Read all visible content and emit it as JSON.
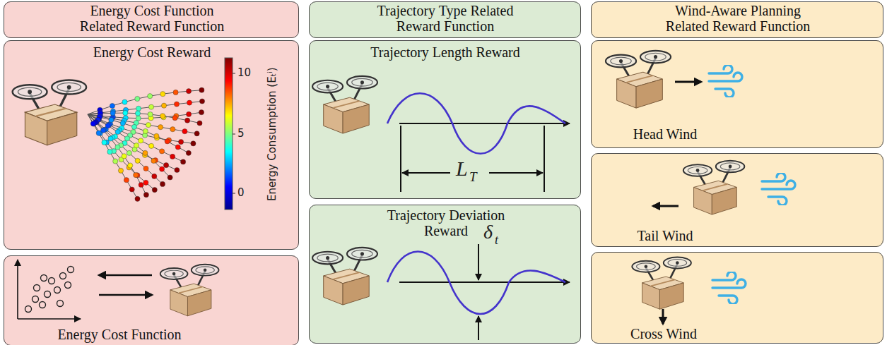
{
  "diagram": {
    "nodes": [
      {
        "text": [
          "Energy Cost Function Related Reward Function"
        ]
      },
      {
        "text": [
          "Energy Cost Reward"
        ]
      },
      {
        "text": [
          "Energy Cost Function"
        ]
      },
      {
        "text": [
          "Trajectory Type Related Reward Function"
        ]
      },
      {
        "text": [
          "Trajectory Length Reward"
        ]
      },
      {
        "text": [
          "Trajectory Deviation Reward"
        ]
      },
      {
        "text": [
          "Wind-Aware Planning Related Reward Function"
        ]
      },
      {
        "text": [
          "Head Wind"
        ]
      },
      {
        "text": [
          "Tail Wind"
        ]
      },
      {
        "text": [
          "Cross Wind"
        ]
      }
    ],
    "labels": [
      "10",
      "5",
      "0",
      "Energy Consumption (Eₜⁱ)",
      "L",
      "T",
      "δ",
      "t"
    ]
  }
}
